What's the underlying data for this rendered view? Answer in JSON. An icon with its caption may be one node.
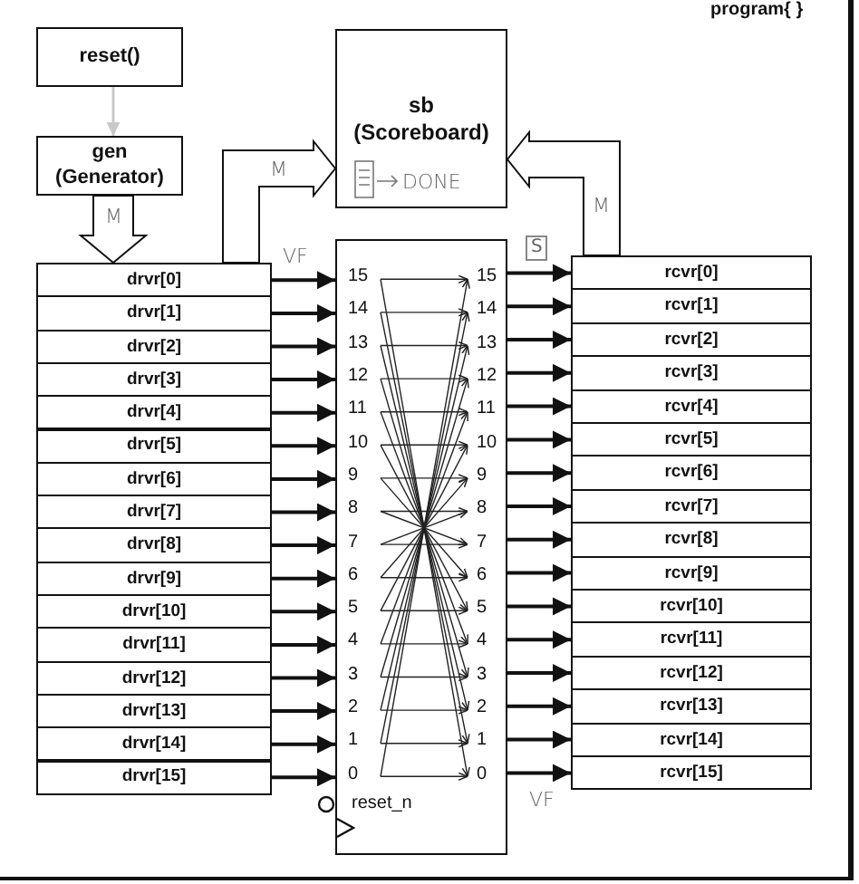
{
  "diagram": {
    "nodes": [
      {
        "text": [
          "reset()"
        ]
      },
      {
        "text": [
          "gen",
          "(Generator)"
        ]
      },
      {
        "text": [
          "sb",
          "(Scoreboard)"
        ]
      },
      {
        "text": [
          "reset_n"
        ]
      },
      {
        "text": [
          "drvr[0]"
        ]
      },
      {
        "text": [
          "drvr[1]"
        ]
      },
      {
        "text": [
          "drvr[2]"
        ]
      },
      {
        "text": [
          "drvr[3]"
        ]
      },
      {
        "text": [
          "drvr[4]"
        ]
      },
      {
        "text": [
          "drvr[5]"
        ]
      },
      {
        "text": [
          "drvr[6]"
        ]
      },
      {
        "text": [
          "drvr[7]"
        ]
      },
      {
        "text": [
          "drvr[8]"
        ]
      },
      {
        "text": [
          "drvr[9]"
        ]
      },
      {
        "text": [
          "drvr[10]"
        ]
      },
      {
        "text": [
          "drvr[11]"
        ]
      },
      {
        "text": [
          "drvr[12]"
        ]
      },
      {
        "text": [
          "drvr[13]"
        ]
      },
      {
        "text": [
          "drvr[14]"
        ]
      },
      {
        "text": [
          "drvr[15]"
        ]
      },
      {
        "text": [
          "rcvr[0]"
        ]
      },
      {
        "text": [
          "rcvr[1]"
        ]
      },
      {
        "text": [
          "rcvr[2]"
        ]
      },
      {
        "text": [
          "rcvr[3]"
        ]
      },
      {
        "text": [
          "rcvr[4]"
        ]
      },
      {
        "text": [
          "rcvr[5]"
        ]
      },
      {
        "text": [
          "rcvr[6]"
        ]
      },
      {
        "text": [
          "rcvr[7]"
        ]
      },
      {
        "text": [
          "rcvr[8]"
        ]
      },
      {
        "text": [
          "rcvr[9]"
        ]
      },
      {
        "text": [
          "rcvr[10]"
        ]
      },
      {
        "text": [
          "rcvr[11]"
        ]
      },
      {
        "text": [
          "rcvr[12]"
        ]
      },
      {
        "text": [
          "rcvr[13]"
        ]
      },
      {
        "text": [
          "rcvr[14]"
        ]
      },
      {
        "text": [
          "rcvr[15]"
        ]
      }
    ],
    "edges": [
      {
        "from": 0,
        "to": 1,
        "arrow": "to",
        "color": "#c8c8c8"
      },
      {
        "from": 1,
        "to": 4,
        "arrow": "to",
        "style": "thick"
      },
      {
        "from": 4,
        "to": 2,
        "arrow": "to",
        "style": "thick"
      },
      {
        "from": 20,
        "to": 2,
        "arrow": "to",
        "style": "thick"
      },
      {
        "from": 4,
        "to": 3,
        "arrow": "to"
      },
      {
        "from": 5,
        "to": 3,
        "arrow": "to"
      },
      {
        "from": 6,
        "to": 3,
        "arrow": "to"
      },
      {
        "from": 7,
        "to": 3,
        "arrow": "to"
      },
      {
        "from": 8,
        "to": 3,
        "arrow": "to"
      },
      {
        "from": 9,
        "to": 3,
        "arrow": "to"
      },
      {
        "from": 10,
        "to": 3,
        "arrow": "to"
      },
      {
        "from": 11,
        "to": 3,
        "arrow": "to"
      },
      {
        "from": 12,
        "to": 3,
        "arrow": "to"
      },
      {
        "from": 13,
        "to": 3,
        "arrow": "to"
      },
      {
        "from": 14,
        "to": 3,
        "arrow": "to"
      },
      {
        "from": 15,
        "to": 3,
        "arrow": "to"
      },
      {
        "from": 16,
        "to": 3,
        "arrow": "to"
      },
      {
        "from": 17,
        "to": 3,
        "arrow": "to"
      },
      {
        "from": 18,
        "to": 3,
        "arrow": "to"
      },
      {
        "from": 19,
        "to": 3,
        "arrow": "to"
      },
      {
        "from": 3,
        "to": 20,
        "arrow": "to"
      },
      {
        "from": 3,
        "to": 21,
        "arrow": "to"
      },
      {
        "from": 3,
        "to": 22,
        "arrow": "to"
      },
      {
        "from": 3,
        "to": 23,
        "arrow": "to"
      },
      {
        "from": 3,
        "to": 24,
        "arrow": "to"
      },
      {
        "from": 3,
        "to": 25,
        "arrow": "to"
      },
      {
        "from": 3,
        "to": 26,
        "arrow": "to"
      },
      {
        "from": 3,
        "to": 27,
        "arrow": "to"
      },
      {
        "from": 3,
        "to": 28,
        "arrow": "to"
      },
      {
        "from": 3,
        "to": 29,
        "arrow": "to"
      },
      {
        "from": 3,
        "to": 30,
        "arrow": "to"
      },
      {
        "from": 3,
        "to": 31,
        "arrow": "to"
      },
      {
        "from": 3,
        "to": 32,
        "arrow": "to"
      },
      {
        "from": 3,
        "to": 33,
        "arrow": "to"
      },
      {
        "from": 3,
        "to": 34,
        "arrow": "to"
      },
      {
        "from": 3,
        "to": 35,
        "arrow": "to"
      }
    ],
    "labels": [
      "program{ }",
      "M",
      "DONE",
      "M",
      "M",
      "VF",
      "S",
      "15",
      "14",
      "13",
      "12",
      "11",
      "10",
      "9",
      "8",
      "7",
      "6",
      "5",
      "4",
      "3",
      "2",
      "1",
      "0",
      "15",
      "14",
      "13",
      "12",
      "11",
      "10",
      "9",
      "8",
      "7",
      "6",
      "5",
      "4",
      "3",
      "2",
      "1",
      "0",
      "VF"
    ]
  }
}
